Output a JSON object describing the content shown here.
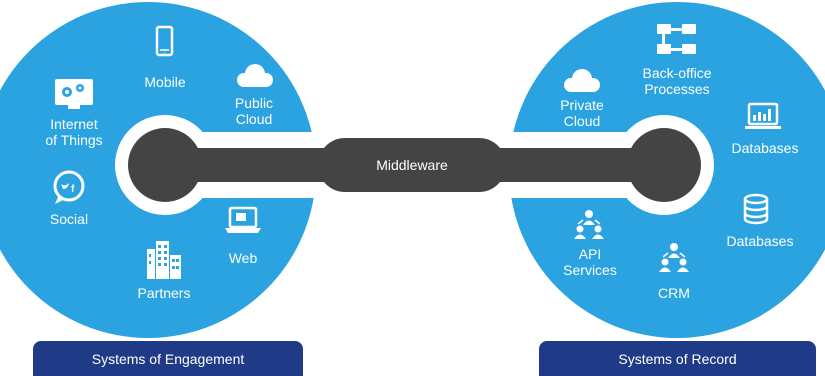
{
  "colors": {
    "circle": "#2aa3e0",
    "connector": "#444444",
    "footer_bar": "#1f3b88",
    "icon": "#ffffff",
    "background": "#ffffff"
  },
  "middleware": {
    "label": "Middleware"
  },
  "engagement": {
    "title": "Systems of Engagement",
    "items": [
      {
        "line1": "Mobile",
        "line2": "",
        "icon": "smartphone-icon"
      },
      {
        "line1": "Public",
        "line2": "Cloud",
        "icon": "cloud-icon"
      },
      {
        "line1": "Internet",
        "line2": "of Things",
        "icon": "monitor-gears-icon"
      },
      {
        "line1": "Social",
        "line2": "",
        "icon": "social-bubble-icon"
      },
      {
        "line1": "Web",
        "line2": "",
        "icon": "laptop-icon"
      },
      {
        "line1": "Partners",
        "line2": "",
        "icon": "buildings-icon"
      }
    ]
  },
  "record": {
    "title": "Systems of Record",
    "items": [
      {
        "line1": "Back-office",
        "line2": "Processes",
        "icon": "process-flow-icon"
      },
      {
        "line1": "Private",
        "line2": "Cloud",
        "icon": "cloud-icon"
      },
      {
        "line1": "Databases",
        "line2": "",
        "icon": "analytics-monitor-icon"
      },
      {
        "line1": "Databases",
        "line2": "",
        "icon": "database-icon"
      },
      {
        "line1": "API",
        "line2": "Services",
        "icon": "people-network-icon"
      },
      {
        "line1": "CRM",
        "line2": "",
        "icon": "people-network-icon"
      }
    ]
  }
}
